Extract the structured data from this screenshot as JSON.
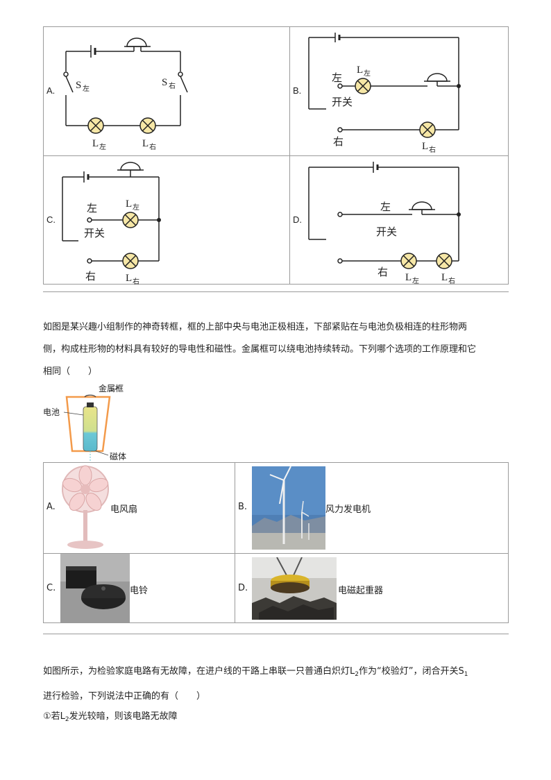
{
  "q1": {
    "options": [
      "A.",
      "B.",
      "C.",
      "D."
    ],
    "labels": {
      "L": "L",
      "zuo": "左",
      "you": "右",
      "S": "S",
      "kaiguan": "开关"
    }
  },
  "q2": {
    "text_line1": "如图是某兴趣小组制作的神奇转框，框的上部中央与电池正极相连，下部紧贴在与电池负极相连的柱形物两",
    "text_line2": "侧，构成柱形物的材料具有较好的导电性和磁性。金属框可以绕电池持续转动。下列哪个选项的工作原理和它",
    "text_line3": "相同（　　）",
    "figure": {
      "frame": "金属框",
      "battery": "电池",
      "magnet": "磁体"
    },
    "options": [
      {
        "letter": "A.",
        "name": "电风扇"
      },
      {
        "letter": "B.",
        "name": "风力发电机"
      },
      {
        "letter": "C.",
        "name": "电铃"
      },
      {
        "letter": "D.",
        "name": "电磁起重器"
      }
    ]
  },
  "q3": {
    "line1_a": "如图所示，为检验家庭电路有无故障，在进户线的干路上串联一只普通白炽灯L",
    "line1_sub": "2",
    "line1_b": "作为“校验灯”，闭合开关S",
    "line1_sub2": "1",
    "line2": "进行检验，下列说法中正确的有（　　）",
    "item1_a": "①若L",
    "item1_sub": "2",
    "item1_b": "发光较暗，则该电路无故障"
  }
}
